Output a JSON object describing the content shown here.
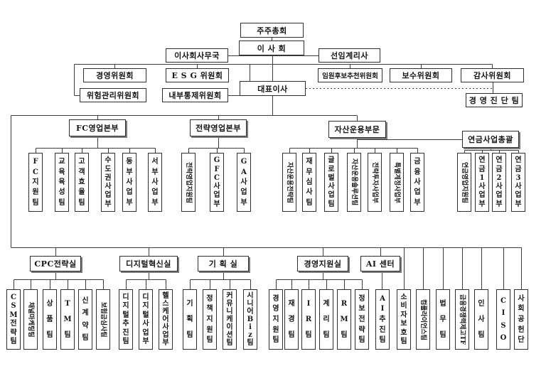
{
  "meta": {
    "colors": {
      "background": "#ffffff",
      "box_border": "#2e2e2e",
      "line": "#3c3c3c"
    }
  },
  "org": {
    "governance": {
      "shareholders_meeting": "주주총회",
      "board": "이 사 회",
      "board_secretariat": "이사회사무국",
      "appointed_actuary": "선임계리사",
      "management_committee": "경영위원회",
      "esg_committee": "E S G 위원회",
      "risk_management_committee": "위험관리위원회",
      "internal_control_committee": "내부통제위원회",
      "nomination_committee": "임원후보추천위원회",
      "remuneration_committee": "보수위원회",
      "audit_committee": "감사위원회",
      "ceo": "대표이사",
      "management_diagnosis_team": "경 영 진 단 팀"
    },
    "upper_divisions": [
      {
        "label": "FC영업본부",
        "children": [
          "FC지원팀",
          "교육육성팀",
          "고객효율팀",
          "수도권사업부",
          "동부사업부",
          "서부사업부"
        ]
      },
      {
        "label": "전략영업본부",
        "children": [
          "전략영업지원팀",
          "GFC사업부",
          "GA사업부"
        ]
      },
      {
        "label": "자산운용부문",
        "children": [
          "자산운용전략팀",
          "재무심사팀",
          "글로벌사업팀",
          "자산운용솔루션팀",
          "전략투자사업부",
          "특별계정사업부",
          "금융사업부"
        ]
      },
      {
        "label": "연금사업총괄",
        "children": [
          "연금영업지원팀",
          "연금1사업부",
          "연금2사업부",
          "연금3사업부"
        ]
      }
    ],
    "lower_divisions": [
      {
        "label": "CPC전략실",
        "children": [
          "CSM전략팀",
          "채널마케팅팀",
          "상품팀",
          "TM팀",
          "신계약팀",
          "보험금심사팀"
        ]
      },
      {
        "label": "디지털혁신실",
        "children": [
          "디지털추진팀",
          "디지털사업부",
          "헬스케어사업부"
        ]
      },
      {
        "label": "기 획 실",
        "children": [
          "기획팀",
          "정책지원팀",
          "커뮤니케이션팀",
          "시니어Biz팀"
        ]
      },
      {
        "label": "경영지원실",
        "children": [
          "경영지원팀",
          "재경팀",
          "IR팀",
          "계리팀",
          "RM팀",
          "정보전략팀"
        ]
      },
      {
        "label": "AI 센터",
        "children": [
          "AI추진팀"
        ]
      }
    ],
    "direct_teams": [
      "소비자보호팀",
      "컴플라이언스팀",
      "법무팀",
      "금융경쟁력제고TF",
      "인사팀",
      "CISO",
      "사회공헌단"
    ]
  }
}
